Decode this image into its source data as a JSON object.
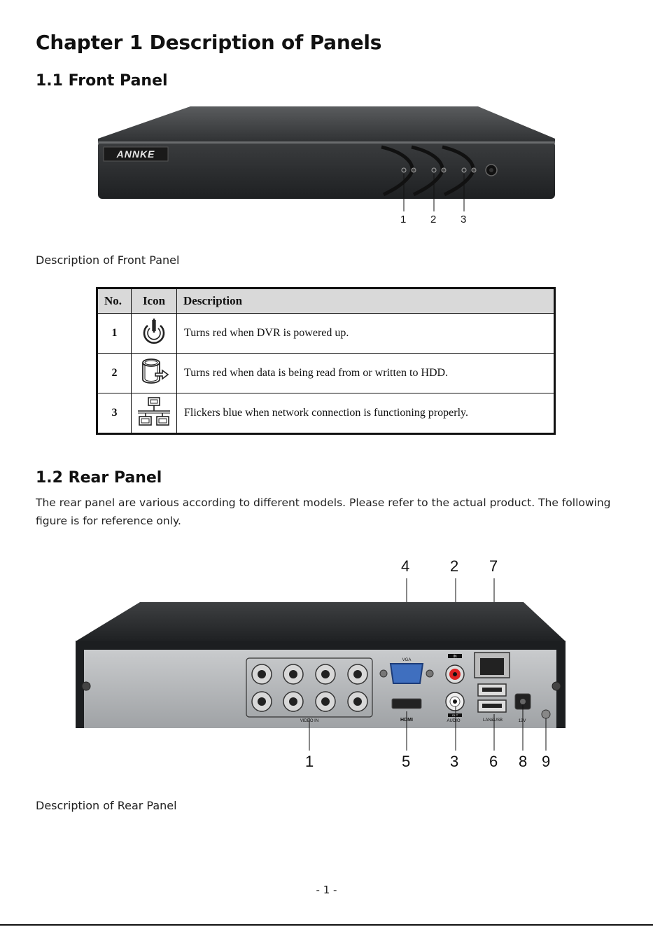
{
  "chapter_title": "Chapter 1 Description of Panels",
  "front": {
    "heading": "1.1 Front Panel",
    "brand": "ANNKE",
    "callouts": [
      "1",
      "2",
      "3"
    ],
    "caption": "Description of Front Panel"
  },
  "table": {
    "headers": [
      "No.",
      "Icon",
      "Description"
    ],
    "rows": [
      {
        "no": "1",
        "icon": "power-icon",
        "text": "Turns red when DVR is powered up."
      },
      {
        "no": "2",
        "icon": "hdd-icon",
        "text": "Turns red when data is being read from or written to HDD."
      },
      {
        "no": "3",
        "icon": "network-icon",
        "text": "Flickers blue when network connection is functioning properly."
      }
    ]
  },
  "rear": {
    "heading": "1.2 Rear Panel",
    "paragraph": "The rear panel are various according to different models. Please refer to the actual product. The following figure is for reference only.",
    "callouts_top": [
      "4",
      "2",
      "7"
    ],
    "callouts_bottom": [
      "1",
      "5",
      "3",
      "6",
      "8",
      "9"
    ],
    "port_labels": {
      "video_in": "VIDEO IN",
      "vga": "VGA",
      "hdmi": "HDMI",
      "audio_in": "IN",
      "audio_out": "OUT",
      "audio": "AUDIO",
      "lan_usb": "LAN&USB",
      "power": "12V"
    },
    "caption": "Description of Rear Panel"
  },
  "page_number": "- 1 -"
}
